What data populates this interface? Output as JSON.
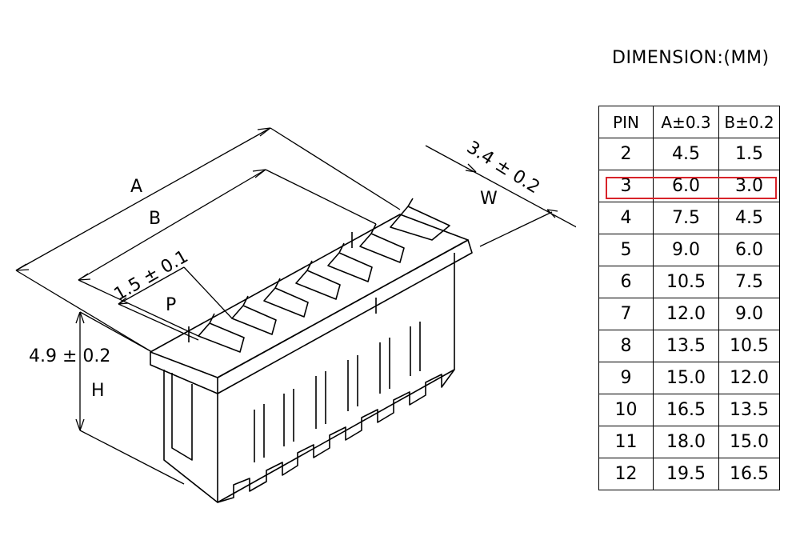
{
  "table": {
    "title": "DIMENSION:(MM)",
    "headers": [
      "PIN",
      "A±0.3",
      "B±0.2"
    ],
    "rows": [
      [
        "2",
        "4.5",
        "1.5"
      ],
      [
        "3",
        "6.0",
        "3.0"
      ],
      [
        "4",
        "7.5",
        "4.5"
      ],
      [
        "5",
        "9.0",
        "6.0"
      ],
      [
        "6",
        "10.5",
        "7.5"
      ],
      [
        "7",
        "12.0",
        "9.0"
      ],
      [
        "8",
        "13.5",
        "10.5"
      ],
      [
        "9",
        "15.0",
        "12.0"
      ],
      [
        "10",
        "16.5",
        "13.5"
      ],
      [
        "11",
        "18.0",
        "15.0"
      ],
      [
        "12",
        "19.5",
        "16.5"
      ]
    ],
    "highlighted_row": 1,
    "highlight_color": "#d8232a"
  },
  "drawing": {
    "labels": {
      "a": "A",
      "b": "B",
      "pitch": "1.5 ± 0.1",
      "pitch_letter": "P",
      "height": "4.9 ± 0.2",
      "height_letter": "H",
      "width": "3.4 ± 0.2",
      "width_letter": "W"
    }
  }
}
